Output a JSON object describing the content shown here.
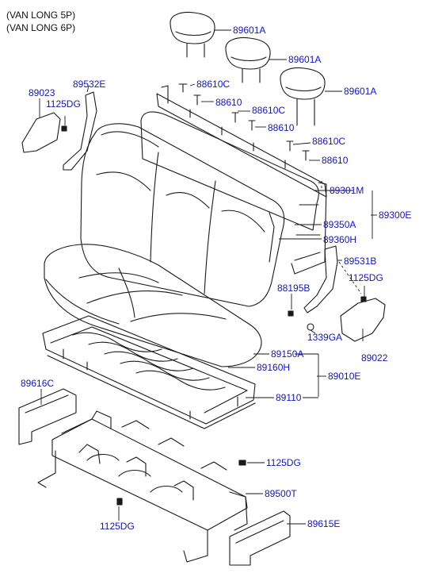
{
  "header": {
    "line1": "(VAN LONG 5P)",
    "line2": "(VAN LONG 6P)"
  },
  "parts": {
    "p89601A_1": "89601A",
    "p89601A_2": "89601A",
    "p89601A_3": "89601A",
    "p89023": "89023",
    "p89532E": "89532E",
    "p1125DG_top": "1125DG",
    "p88610C_1": "88610C",
    "p88610_1": "88610",
    "p88610C_2": "88610C",
    "p88610_2": "88610",
    "p88610C_3": "88610C",
    "p88610_3": "88610",
    "p89301M": "89301M",
    "p89300E": "89300E",
    "p89350A": "89350A",
    "p89360H": "89360H",
    "p89531B": "89531B",
    "p88195B": "88195B",
    "p1125DG_right": "1125DG",
    "p1339GA": "1339GA",
    "p89022": "89022",
    "p89150A": "89150A",
    "p89160H": "89160H",
    "p89010E": "89010E",
    "p89110": "89110",
    "p89616C": "89616C",
    "p1125DG_mid": "1125DG",
    "p89500T": "89500T",
    "p1125DG_bottom": "1125DG",
    "p89615E": "89615E"
  },
  "colors": {
    "label": "#1414c8",
    "line": "#1a1a1a"
  }
}
